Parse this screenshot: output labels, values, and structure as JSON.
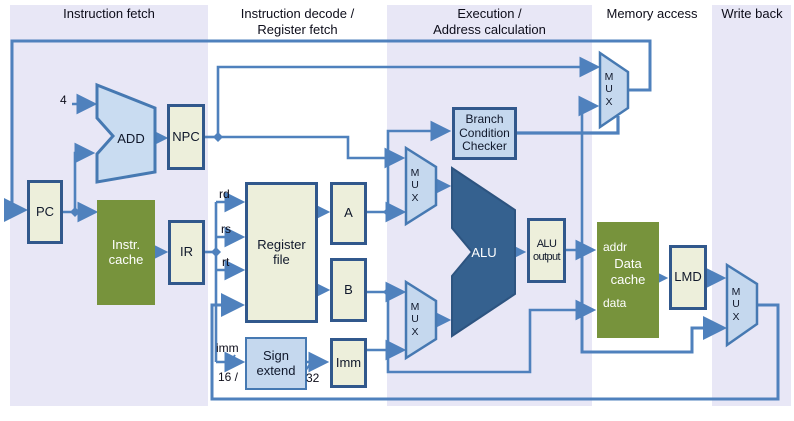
{
  "stages": [
    {
      "label": "Instruction fetch"
    },
    {
      "label": "Instruction decode /\nRegister fetch"
    },
    {
      "label": "Execution /\nAddress calculation"
    },
    {
      "label": "Memory access"
    },
    {
      "label": "Write back"
    }
  ],
  "blocks": {
    "pc": "PC",
    "add": "ADD",
    "npc": "NPC",
    "instr_cache": "Instr.\ncache",
    "ir": "IR",
    "register_file": "Register\nfile",
    "a_reg": "A",
    "b_reg": "B",
    "sign_extend": "Sign\nextend",
    "imm_reg": "Imm",
    "branch_checker": "Branch\nCondition\nChecker",
    "alu": "ALU",
    "alu_output": "ALU\noutput",
    "data_cache": "Data\ncache",
    "addr_port": "addr",
    "data_port": "data",
    "lmd": "LMD",
    "mux": "M\nU\nX"
  },
  "signals": {
    "four": "4",
    "rd": "rd",
    "rs": "rs",
    "rt": "rt",
    "imm": "imm",
    "width_in": "16 /",
    "width_out": "32"
  },
  "colors": {
    "wire": "#4f81bd",
    "band": "#e8e7f6",
    "box_border": "#31588c",
    "box_fill": "#edefdb",
    "blue_fill": "#c5d8ee",
    "green_fill": "#77933c",
    "alu_fill": "#35618f"
  }
}
